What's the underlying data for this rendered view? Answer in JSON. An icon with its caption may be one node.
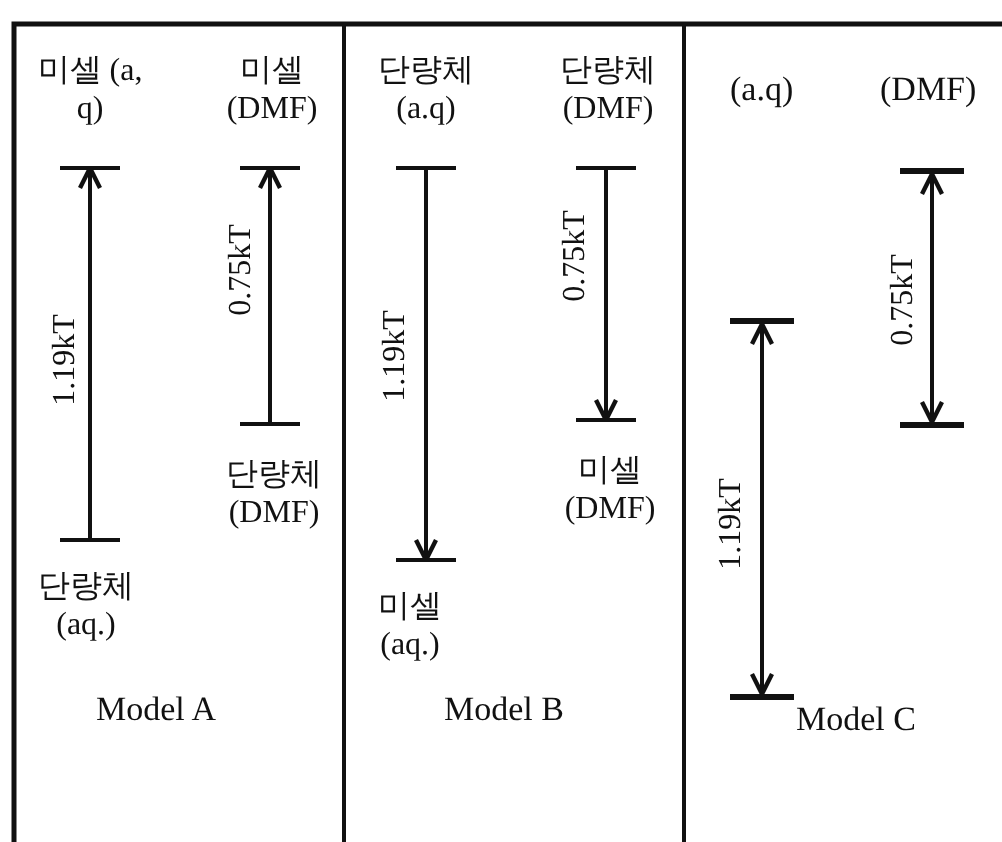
{
  "diagram": {
    "nodes": [
      {
        "text": [
          "미셀 (a, q)"
        ]
      },
      {
        "text": [
          "단량체 (aq.)"
        ]
      },
      {
        "text": [
          "미셀 (DMF)"
        ]
      },
      {
        "text": [
          "단량체 (DMF)"
        ]
      },
      {
        "text": [
          "단량체 (a.q)"
        ]
      },
      {
        "text": [
          "미셀 (aq.)"
        ]
      },
      {
        "text": [
          "단량체 (DMF)"
        ]
      },
      {
        "text": [
          "미셀 (DMF)"
        ]
      },
      {
        "text": [],
        "shape": "bar"
      },
      {
        "text": [],
        "shape": "bar"
      },
      {
        "text": [],
        "shape": "bar"
      },
      {
        "text": [],
        "shape": "bar"
      }
    ],
    "edges": [
      {
        "from": 1,
        "to": 0,
        "arrow": "to",
        "label": "1.19kT"
      },
      {
        "from": 3,
        "to": 2,
        "arrow": "to",
        "label": "0.75kT"
      },
      {
        "from": 4,
        "to": 5,
        "arrow": "to",
        "label": "1.19kT"
      },
      {
        "from": 6,
        "to": 7,
        "arrow": "to",
        "label": "0.75kT"
      },
      {
        "from": 8,
        "to": 9,
        "arrow": "both",
        "label": "1.19kT"
      },
      {
        "from": 10,
        "to": 11,
        "arrow": "both",
        "label": "0.75kT"
      }
    ],
    "labels": [
      "(a.q)",
      "(DMF)",
      "Model A",
      "Model B",
      "Model C"
    ]
  }
}
